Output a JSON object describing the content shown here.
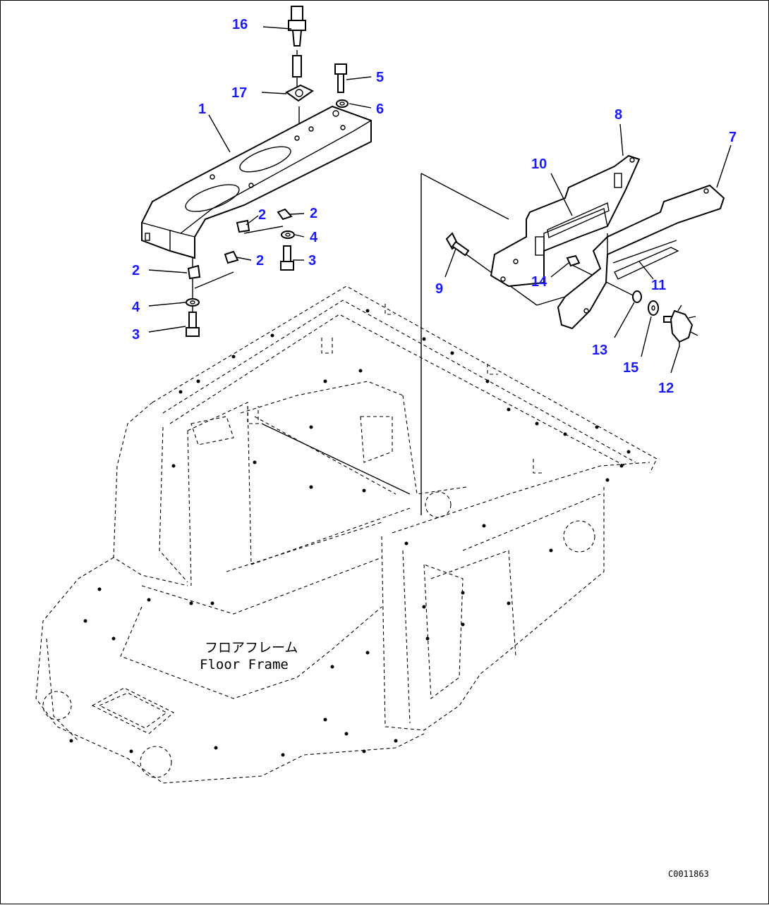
{
  "diagram": {
    "callouts": [
      {
        "id": "c16",
        "text": "16"
      },
      {
        "id": "c5",
        "text": "5"
      },
      {
        "id": "c17",
        "text": "17"
      },
      {
        "id": "c6",
        "text": "6"
      },
      {
        "id": "c1",
        "text": "1"
      },
      {
        "id": "c8",
        "text": "8"
      },
      {
        "id": "c7",
        "text": "7"
      },
      {
        "id": "c10",
        "text": "10"
      },
      {
        "id": "c2a",
        "text": "2"
      },
      {
        "id": "c2b",
        "text": "2"
      },
      {
        "id": "c4a",
        "text": "4"
      },
      {
        "id": "c3a",
        "text": "3"
      },
      {
        "id": "c2c",
        "text": "2"
      },
      {
        "id": "c2d",
        "text": "2"
      },
      {
        "id": "c4b",
        "text": "4"
      },
      {
        "id": "c3b",
        "text": "3"
      },
      {
        "id": "c9",
        "text": "9"
      },
      {
        "id": "c14",
        "text": "14"
      },
      {
        "id": "c11",
        "text": "11"
      },
      {
        "id": "c13",
        "text": "13"
      },
      {
        "id": "c15",
        "text": "15"
      },
      {
        "id": "c12",
        "text": "12"
      }
    ],
    "frame_label_jp": "フロアフレーム",
    "frame_label_en": "Floor Frame",
    "drawing_code": "C0011863"
  }
}
